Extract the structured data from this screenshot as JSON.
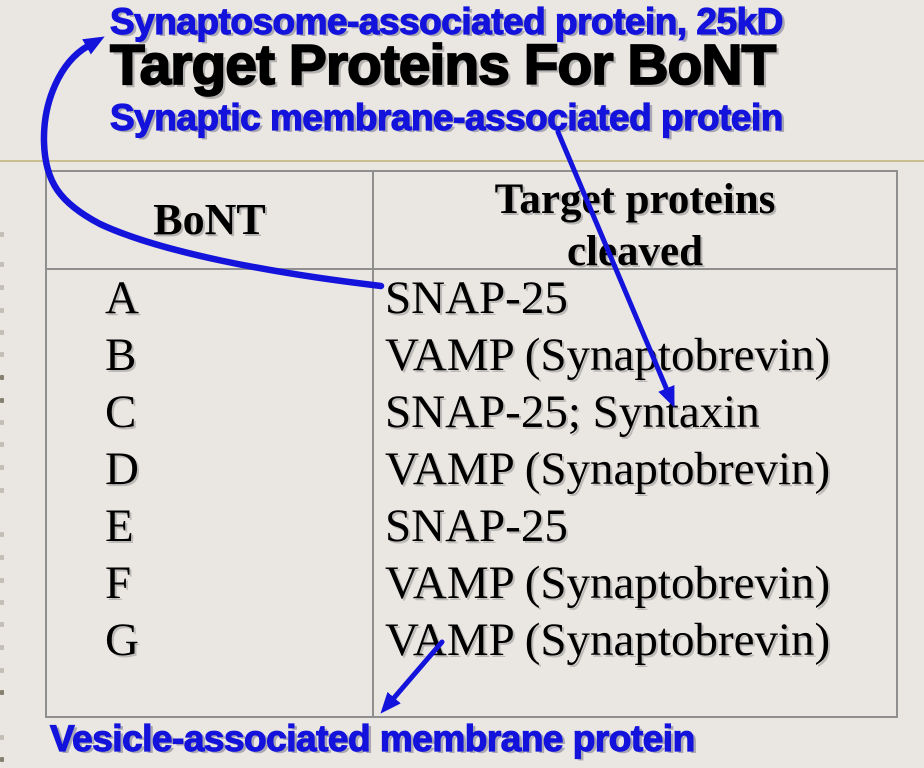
{
  "slide": {
    "label_top": "Synaptosome-associated protein, 25kD",
    "title": "Target Proteins For BoNT",
    "label_sub": "Synaptic membrane-associated protein",
    "label_bottom": "Vesicle-associated membrane protein"
  },
  "table": {
    "header_col1": "BoNT",
    "header_col2_line1": "Target proteins",
    "header_col2_line2": "cleaved",
    "rows": [
      {
        "bont": "A",
        "target": "SNAP-25"
      },
      {
        "bont": "B",
        "target": "VAMP (Synaptobrevin)"
      },
      {
        "bont": "C",
        "target": "SNAP-25; Syntaxin"
      },
      {
        "bont": "D",
        "target": "VAMP (Synaptobrevin)"
      },
      {
        "bont": "E",
        "target": "SNAP-25"
      },
      {
        "bont": "F",
        "target": "VAMP (Synaptobrevin)"
      },
      {
        "bont": "G",
        "target": "VAMP (Synaptobrevin)"
      }
    ]
  },
  "annotations": {
    "arrow_1": "curved arrow from SNAP-25 cell to Synaptosome-associated protein label",
    "arrow_2": "straight arrow from Synaptic membrane-associated protein label to Syntaxin in row C",
    "arrow_3": "straight arrow from VAMP in row G down to Vesicle-associated membrane protein label"
  },
  "colors": {
    "background": "#EAE6E2",
    "accent_blue": "#1313DC",
    "text_black": "#000000",
    "table_border": "#8F8F8F",
    "rule_tan": "#C9BF8F"
  },
  "edge_marks": {
    "y_positions": [
      232,
      262,
      285,
      308,
      330,
      352,
      375,
      398,
      420,
      442,
      465,
      488,
      532,
      555,
      578,
      600,
      622,
      645,
      668,
      690,
      735,
      757
    ],
    "dark_y_positions": [
      375,
      398,
      690,
      757
    ]
  }
}
